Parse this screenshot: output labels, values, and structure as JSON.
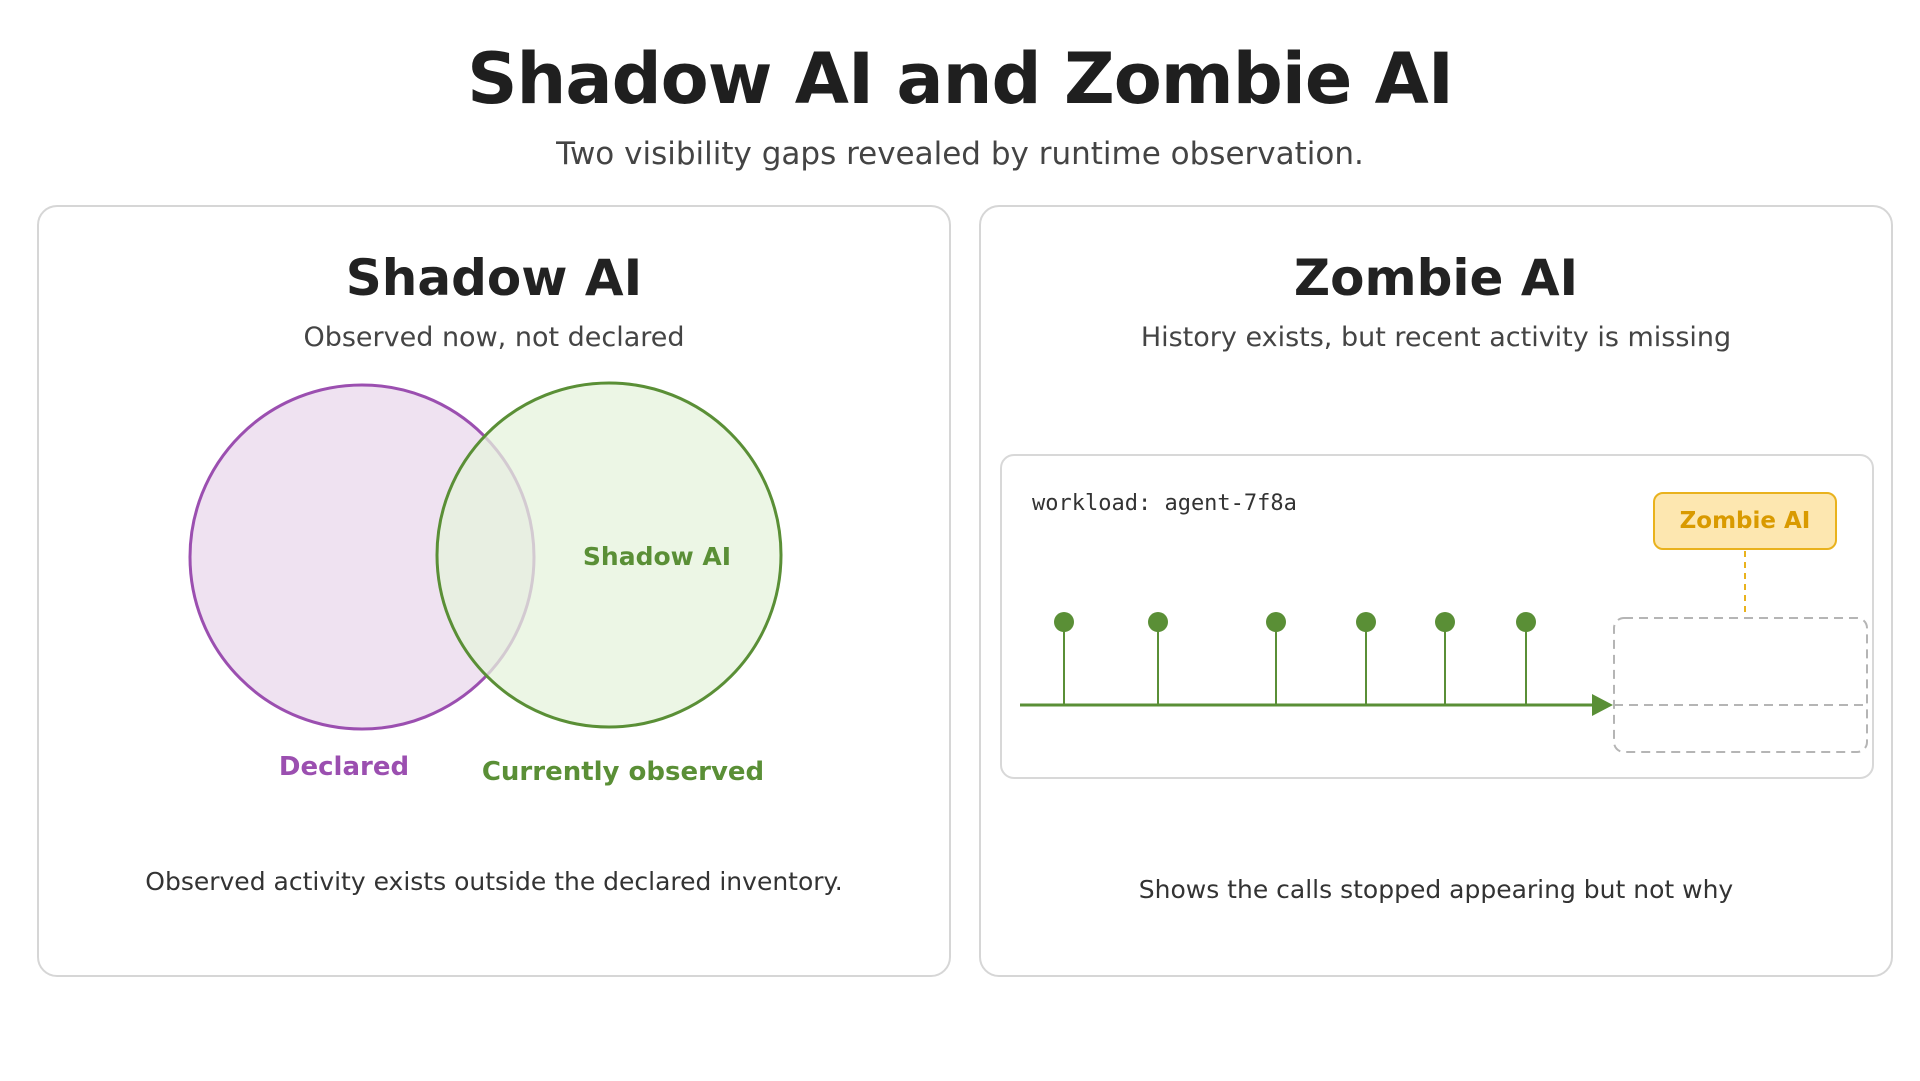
{
  "header": {
    "title": "Shadow AI and Zombie AI",
    "subtitle": "Two visibility gaps revealed by runtime observation."
  },
  "shadow_panel": {
    "title": "Shadow AI",
    "subtitle": "Observed now, not declared",
    "venn": {
      "overlap_label": "Shadow AI",
      "left_label": "Declared",
      "right_label": "Currently observed"
    },
    "caption": "Observed activity exists outside the declared inventory."
  },
  "zombie_panel": {
    "title": "Zombie AI",
    "subtitle": "History exists, but recent activity is missing",
    "workload": "workload: agent-7f8a",
    "badge": "Zombie AI",
    "caption": "Shows the calls stopped appearing but not why"
  },
  "colors": {
    "declared": "#9b4fb0",
    "declared_fill": "#efe2f1",
    "observed": "#5a8f36",
    "observed_fill": "#e6f3dc",
    "zombie_accent": "#e9b21d",
    "zombie_fill": "#fde7b0"
  }
}
